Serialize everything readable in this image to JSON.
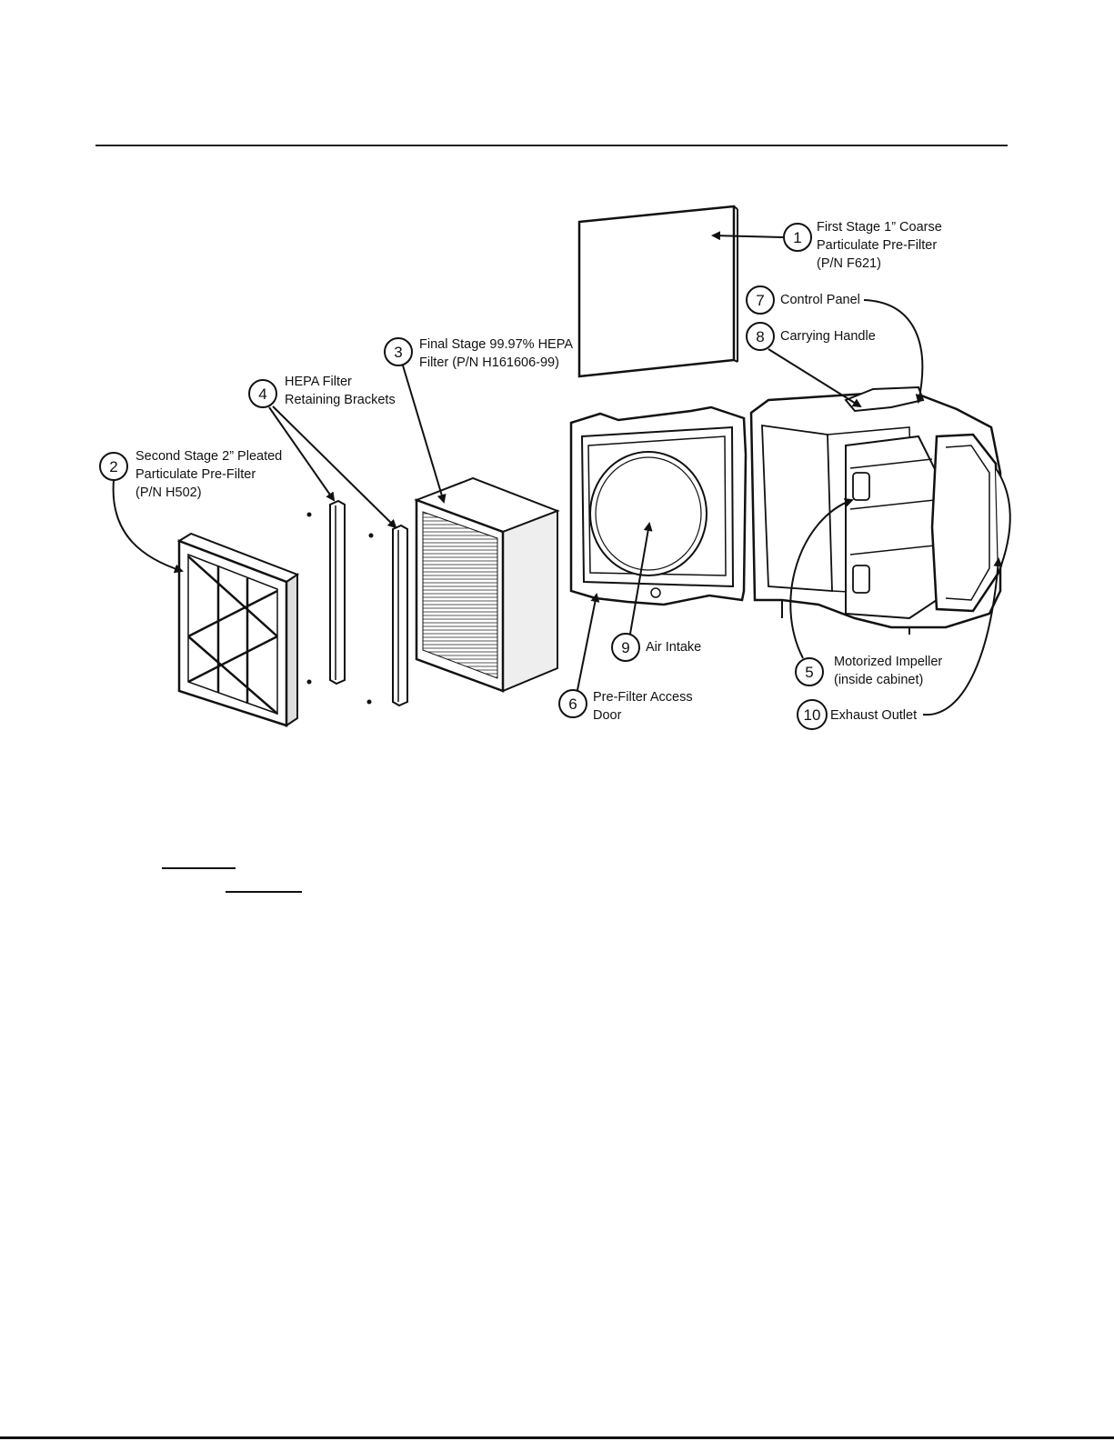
{
  "callouts": [
    {
      "number": "1",
      "lines": [
        "First Stage 1” Coarse",
        "Particulate Pre-Filter",
        "(P/N F621)"
      ]
    },
    {
      "number": "2",
      "lines": [
        "Second Stage 2” Pleated",
        "Particulate Pre-Filter",
        "(P/N H502)"
      ]
    },
    {
      "number": "3",
      "lines": [
        "Final Stage 99.97% HEPA",
        "Filter (P/N H161606-99)"
      ]
    },
    {
      "number": "4",
      "lines": [
        "HEPA Filter",
        "Retaining Brackets"
      ]
    },
    {
      "number": "5",
      "lines": [
        "Motorized Impeller",
        "(inside cabinet)"
      ]
    },
    {
      "number": "6",
      "lines": [
        "Pre-Filter Access",
        "Door"
      ]
    },
    {
      "number": "7",
      "lines": [
        "Control Panel"
      ]
    },
    {
      "number": "8",
      "lines": [
        "Carrying Handle"
      ]
    },
    {
      "number": "9",
      "lines": [
        "Air Intake"
      ]
    },
    {
      "number": "10",
      "lines": [
        "Exhaust Outlet"
      ]
    }
  ]
}
